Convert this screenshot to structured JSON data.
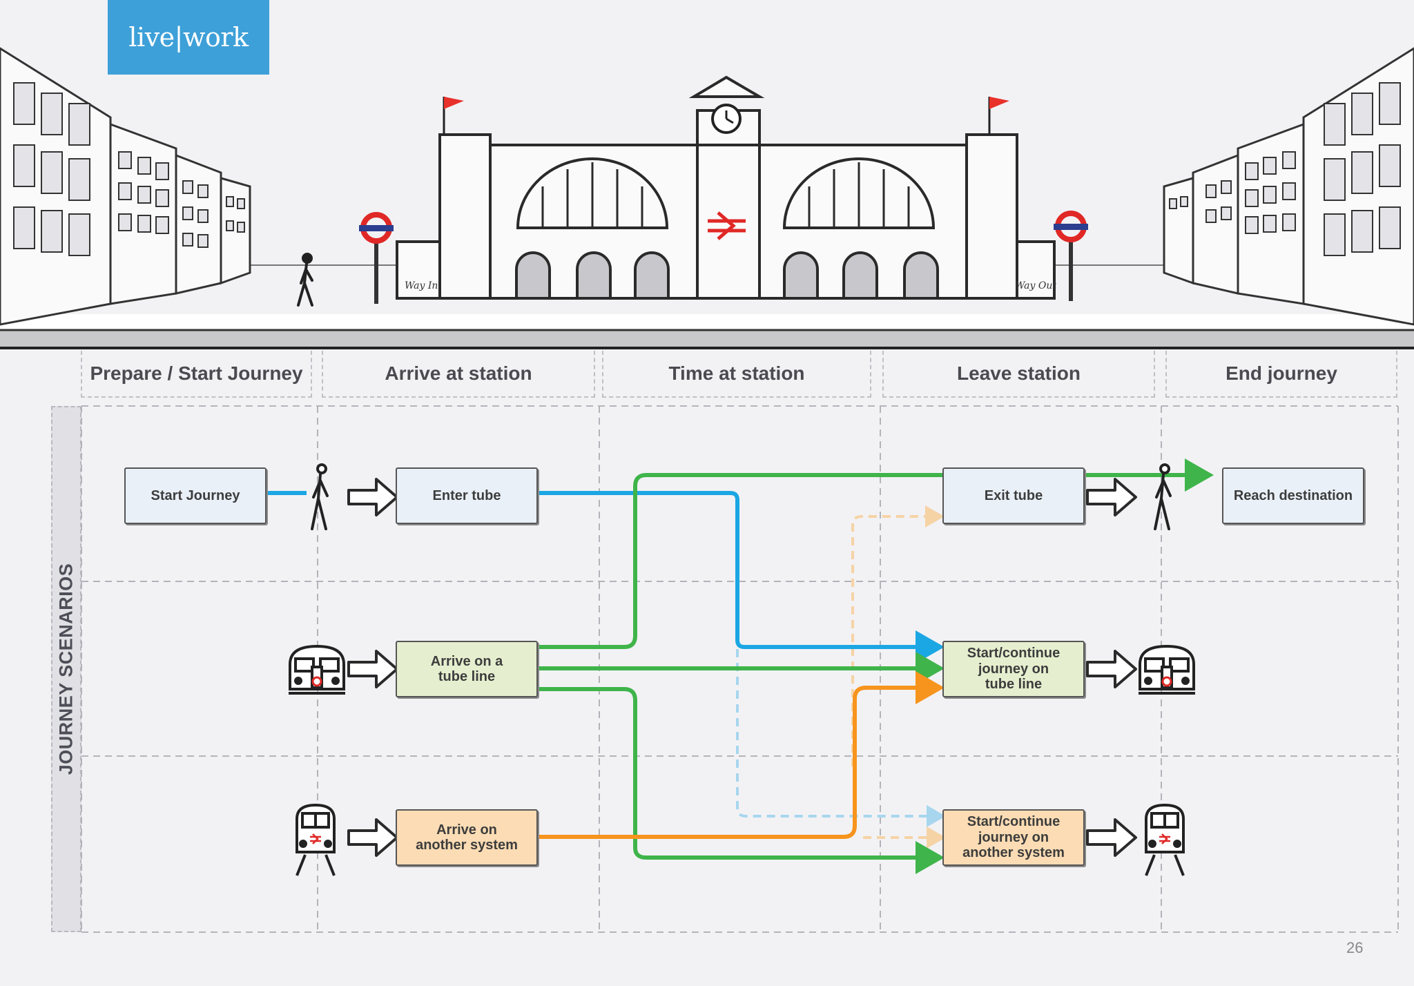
{
  "logo": {
    "text": "live|work"
  },
  "scene": {
    "sign_way_in": "Way In",
    "sign_way_out": "Way Out"
  },
  "phases": [
    "Prepare / Start Journey",
    "Arrive at station",
    "Time at station",
    "Leave station",
    "End journey"
  ],
  "side_label": "JOURNEY SCENARIOS",
  "boxes": {
    "start_journey": "Start Journey",
    "enter_tube": "Enter tube",
    "exit_tube": "Exit tube",
    "reach_destination": "Reach destination",
    "arrive_tube_line": "Arrive on a\ntube line",
    "continue_tube_line": "Start/continue\njourney on\ntube line",
    "arrive_other_system": "Arrive on\nanother system",
    "continue_other_system": "Start/continue\njourney on\nanother system"
  },
  "colors": {
    "logo": "#3ea0d8",
    "path_blue": "#1ba7e3",
    "path_green": "#3fb44a",
    "path_orange": "#f7941d",
    "box_blue": "#e9f0f7",
    "box_green": "#e5efcf",
    "box_orange": "#fbdcb4",
    "flag_red": "#e8312b",
    "roundel_red": "#e02826",
    "roundel_blue": "#2a3d8f"
  },
  "icons": [
    "walking-person-icon",
    "tube-train-icon",
    "rail-train-icon",
    "hollow-arrow-icon",
    "national-rail-icon",
    "clock-icon",
    "flag-icon",
    "underground-roundel-icon"
  ],
  "page_number": "26"
}
